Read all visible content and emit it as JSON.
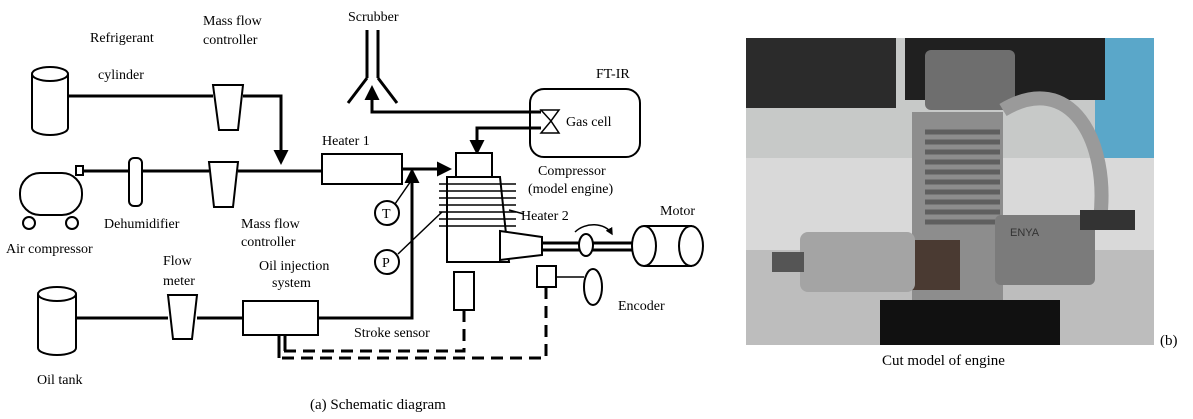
{
  "panel_a": {
    "caption": "(a) Schematic diagram",
    "labels": {
      "scrubber": "Scrubber",
      "refrigerant_1": "Refrigerant",
      "refrigerant_2": "cylinder",
      "mfc_top_1": "Mass flow",
      "mfc_top_2": "controller",
      "ftir": "FT-IR",
      "gas_cell": "Gas cell",
      "heater1": "Heater 1",
      "compressor_1": "Compressor",
      "compressor_2": "(model engine)",
      "dehumidifier": "Dehumidifier",
      "mfc_bottom_1": "Mass flow",
      "mfc_bottom_2": "controller",
      "air_compressor": "Air compressor",
      "temp_sensor": "T",
      "pressure_sensor": "P",
      "heater2": "Heater 2",
      "motor": "Motor",
      "flow_meter_1": "Flow",
      "flow_meter_2": "meter",
      "oil_injection_1": "Oil injection",
      "oil_injection_2": "system",
      "oil_tank": "Oil tank",
      "stroke_sensor": "Stroke sensor",
      "encoder": "Encoder"
    }
  },
  "panel_b": {
    "label": "(b)",
    "caption": "Cut model of engine",
    "photo_text": "ENYA"
  }
}
